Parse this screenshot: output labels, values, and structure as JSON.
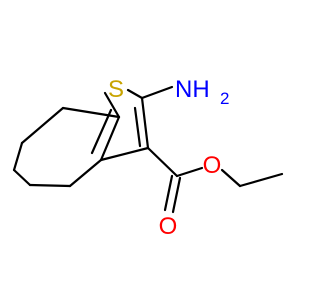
{
  "molecule": {
    "atom_labels": {
      "sulfur": "S",
      "amine_N": "NH",
      "amine_sub": "2",
      "carbonyl_O": "O",
      "ester_O": "O"
    },
    "colors": {
      "bond": "#000000",
      "sulfur": "#c8a400",
      "oxygen": "#ff0000",
      "nitrogen": "#0000ff",
      "background": "#ffffff"
    }
  }
}
